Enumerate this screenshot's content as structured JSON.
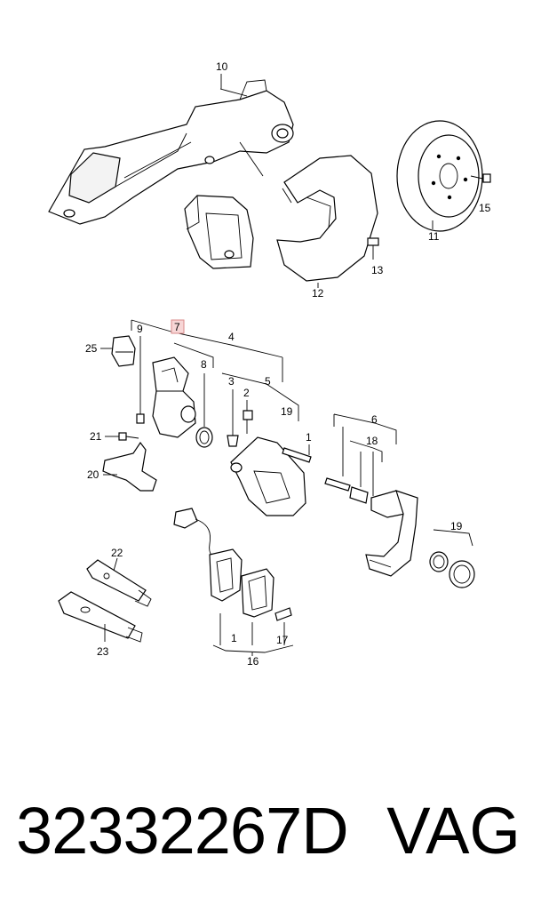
{
  "callouts": {
    "c10": "10",
    "c15": "15",
    "c11": "11",
    "c13": "13",
    "c12": "12",
    "c25": "25",
    "c9": "9",
    "c7": "7",
    "c4": "4",
    "c8": "8",
    "c3": "3",
    "c2": "2",
    "c5": "5",
    "c19a": "19",
    "c1a": "1",
    "c6": "6",
    "c18": "18",
    "c21": "21",
    "c20": "20",
    "c19b": "19",
    "c22": "22",
    "c23": "23",
    "c1b": "1",
    "c17": "17",
    "c16": "16"
  },
  "footer": {
    "part_number": "32332267D",
    "brand": "VAG"
  },
  "colors": {
    "highlight_box": "#f7d6d6",
    "line": "#000000"
  }
}
